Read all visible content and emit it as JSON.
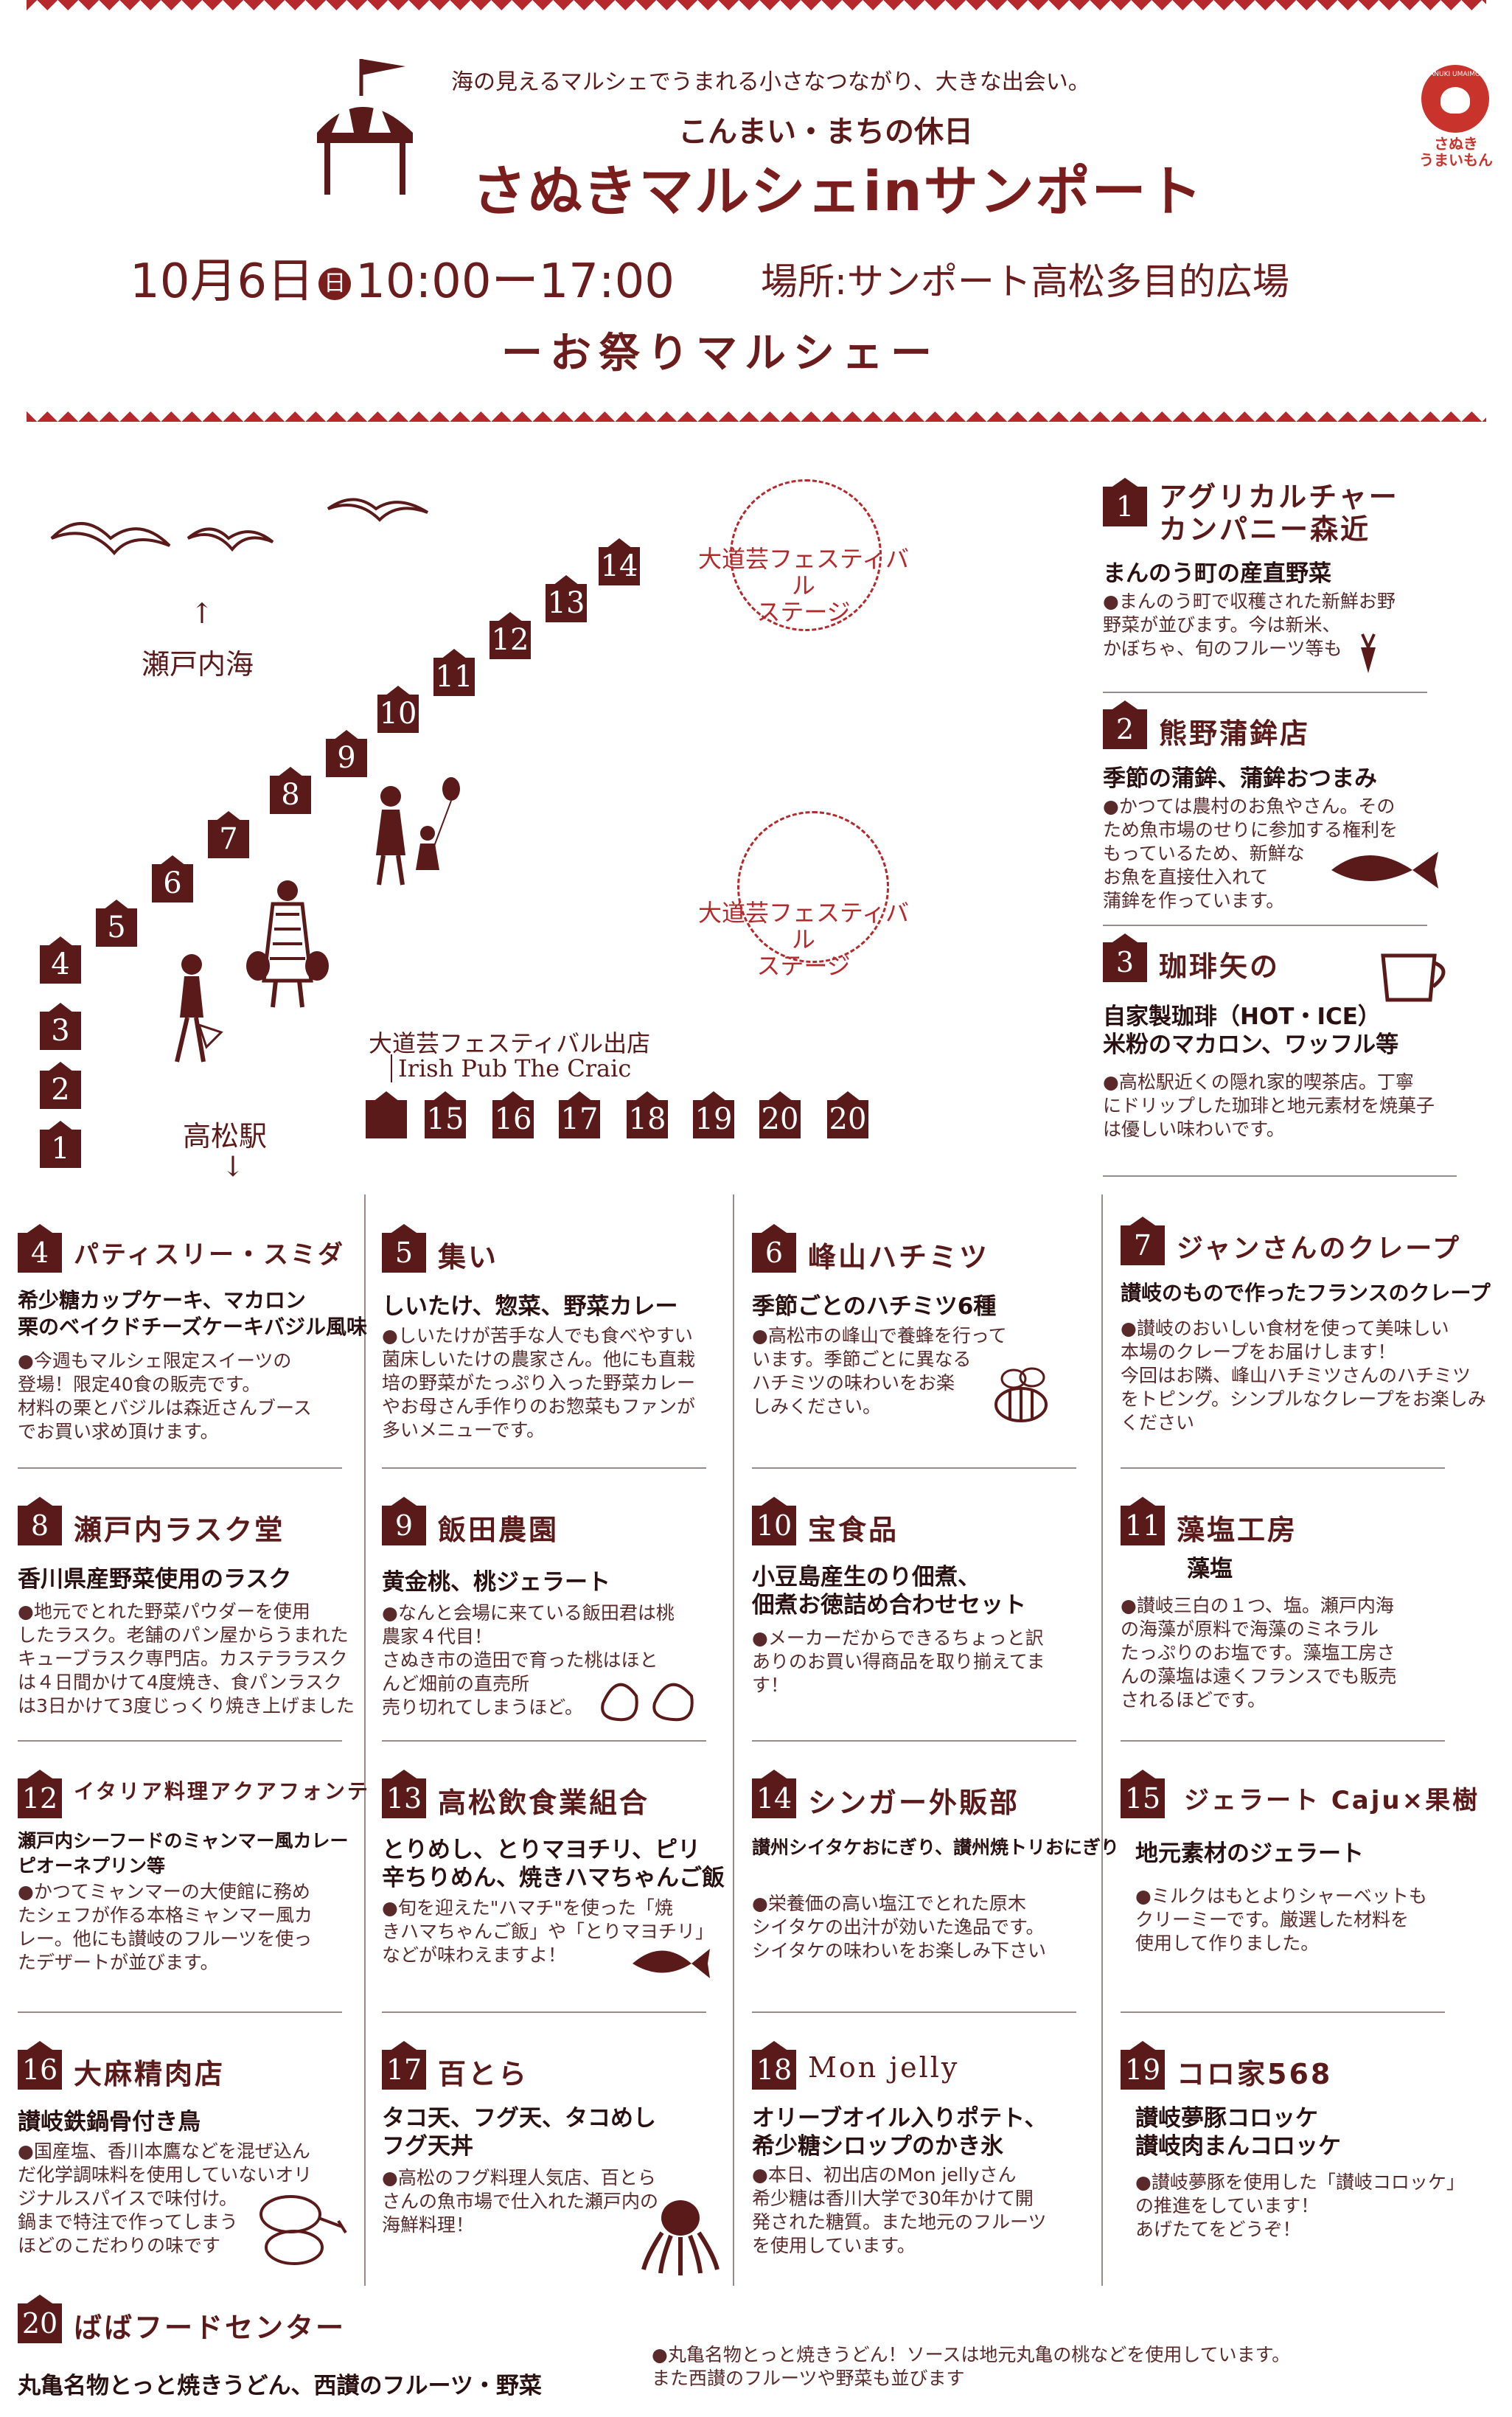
{
  "header": {
    "tagline": "海の見えるマルシェでうまれる小さなつながり、大きな出会い。",
    "title_sub": "こんまい・まちの休日",
    "title_main": "さぬきマルシェinサンポート",
    "date": "10月6日",
    "day": "日",
    "time": "10:00ー17:00",
    "venue": "場所:サンポート高松多目的広場",
    "festival": "ーお祭りマルシェー",
    "logo_text_1": "さぬき",
    "logo_text_2": "うまいもん",
    "logo_text_small": "SANUKI UMAIMON"
  },
  "map": {
    "setouchi": "瀬戸内海",
    "arrow_up": "↑",
    "takamatsu": "高松駅",
    "arrow_down": "↓",
    "stage_1": [
      "大道芸フェスティバル",
      "ステージ"
    ],
    "stage_2": [
      "大道芸フェスティバル",
      "ステージ"
    ],
    "pub_label_1": "大道芸フェスティバル出店",
    "pub_label_2": "Irish Pub The Craic",
    "stalls": [
      "1",
      "2",
      "3",
      "4",
      "5",
      "6",
      "7",
      "8",
      "9",
      "10",
      "11",
      "12",
      "13",
      "14",
      "",
      "15",
      "16",
      "17",
      "18",
      "19",
      "20",
      "20"
    ]
  },
  "vendors": [
    {
      "num": "1",
      "name": [
        "アグリカルチャー",
        "カンパニー森近"
      ],
      "sub": [
        "まんのう町の産直野菜"
      ],
      "desc": [
        "●まんのう町で収穫された新鮮お野",
        "野菜が並びます。今は新米、",
        "かぼちゃ、旬のフルーツ等も"
      ]
    },
    {
      "num": "2",
      "name": [
        "熊野蒲鉾店"
      ],
      "sub": [
        "季節の蒲鉾、蒲鉾おつまみ"
      ],
      "desc": [
        "●かつては農村のお魚やさん。その",
        "ため魚市場のせりに参加する権利を",
        "もっているため、新鮮な",
        "お魚を直接仕入れて",
        "蒲鉾を作っています。"
      ]
    },
    {
      "num": "3",
      "name": [
        "珈琲矢の"
      ],
      "sub": [
        "自家製珈琲（HOT・ICE）",
        "米粉のマカロン、ワッフル等"
      ],
      "desc": [
        "●高松駅近くの隠れ家的喫茶店。丁寧",
        "にドリップした珈琲と地元素材を焼菓子",
        "は優しい味わいです。"
      ]
    },
    {
      "num": "4",
      "name": [
        "パティスリー・スミダ"
      ],
      "sub": [
        "希少糖カップケーキ、マカロン",
        "栗のベイクドチーズケーキバジル風味"
      ],
      "desc": [
        "●今週もマルシェ限定スイーツの",
        "登場！限定40食の販売です。",
        "材料の栗とバジルは森近さんブース",
        "でお買い求め頂けます。"
      ]
    },
    {
      "num": "5",
      "name": [
        "集い"
      ],
      "sub": [
        "しいたけ、惣菜、野菜カレー"
      ],
      "desc": [
        "●しいたけが苦手な人でも食べやすい",
        "菌床しいたけの農家さん。他にも直栽",
        "培の野菜がたっぷり入った野菜カレー",
        "やお母さん手作りのお惣菜もファンが",
        "多いメニューです。"
      ]
    },
    {
      "num": "6",
      "name": [
        "峰山ハチミツ"
      ],
      "sub": [
        "季節ごとのハチミツ6種"
      ],
      "desc": [
        "●高松市の峰山で養蜂を行って",
        "います。季節ごとに異なる",
        "ハチミツの味わいをお楽",
        "しみください。"
      ]
    },
    {
      "num": "7",
      "name": [
        "ジャンさんのクレープ"
      ],
      "sub": [
        "讃岐のもので作ったフランスのクレープ"
      ],
      "desc": [
        "●讃岐のおいしい食材を使って美味しい",
        "本場のクレープをお届けします！",
        "今回はお隣、峰山ハチミツさんのハチミツ",
        "をトピング。シンプルなクレープをお楽しみ",
        "ください"
      ]
    },
    {
      "num": "8",
      "name": [
        "瀬戸内ラスク堂"
      ],
      "sub": [
        "香川県産野菜使用のラスク"
      ],
      "desc": [
        "●地元でとれた野菜パウダーを使用",
        "したラスク。老舗のパン屋からうまれた",
        "キューブラスク専門店。カステララスク",
        "は４日間かけて4度焼き、食パンラスク",
        "は3日かけて3度じっくり焼き上げました"
      ]
    },
    {
      "num": "9",
      "name": [
        "飯田農園"
      ],
      "sub": [
        "黄金桃、桃ジェラート"
      ],
      "desc": [
        "●なんと会場に来ている飯田君は桃",
        "農家４代目！",
        "さぬき市の造田で育った桃はほと",
        "んど畑前の直売所",
        "売り切れてしまうほど。"
      ]
    },
    {
      "num": "10",
      "name": [
        "宝食品"
      ],
      "sub": [
        "小豆島産生のり佃煮、",
        "佃煮お徳詰め合わせセット"
      ],
      "desc": [
        "●メーカーだからできるちょっと訳",
        "ありのお買い得商品を取り揃えてま",
        "す！"
      ]
    },
    {
      "num": "11",
      "name": [
        "藻塩工房"
      ],
      "sub": [
        "藻塩"
      ],
      "desc": [
        "●讃岐三白の１つ、塩。瀬戸内海",
        "の海藻が原料で海藻のミネラル",
        "たっぷりのお塩です。藻塩工房さ",
        "んの藻塩は遠くフランスでも販売",
        "されるほどです。"
      ]
    },
    {
      "num": "12",
      "name": [
        "イタリア料理アクアフォンテ"
      ],
      "sub": [
        "瀬戸内シーフードのミャンマー風カレー",
        "ピオーネプリン等"
      ],
      "desc": [
        "●かつてミャンマーの大使館に務め",
        "たシェフが作る本格ミャンマー風カ",
        "レー。他にも讃岐のフルーツを使っ",
        "たデザートが並びます。"
      ]
    },
    {
      "num": "13",
      "name": [
        "高松飲食業組合"
      ],
      "sub": [
        "とりめし、とりマヨチリ、ピリ",
        "辛ちりめん、焼きハマちゃんご飯"
      ],
      "desc": [
        "●旬を迎えた\"ハマチ\"を使った「焼",
        "きハマちゃんご飯」や「とりマヨチリ」",
        "などが味わえますよ！"
      ]
    },
    {
      "num": "14",
      "name": [
        "シンガー外販部"
      ],
      "sub": [
        "讃州シイタケおにぎり、讃州焼トリおにぎり"
      ],
      "desc": [
        "●栄養価の高い塩江でとれた原木",
        "シイタケの出汁が効いた逸品です。",
        "シイタケの味わいをお楽しみ下さい"
      ]
    },
    {
      "num": "15",
      "name": [
        "ジェラート Caju×果樹"
      ],
      "sub": [
        "地元素材のジェラート"
      ],
      "desc": [
        "●ミルクはもとよりシャーベットも",
        "クリーミーです。厳選した材料を",
        "使用して作りました。"
      ]
    },
    {
      "num": "16",
      "name": [
        "大麻精肉店"
      ],
      "sub": [
        "讃岐鉄鍋骨付き鳥"
      ],
      "desc": [
        "●国産塩、香川本鷹などを混ぜ込ん",
        "だ化学調味料を使用していないオリ",
        "ジナルスパイスで味付け。",
        "鍋まで特注で作ってしまう",
        "ほどのこだわりの味です"
      ]
    },
    {
      "num": "17",
      "name": [
        "百とら"
      ],
      "sub": [
        "タコ天、フグ天、タコめし",
        "フグ天丼"
      ],
      "desc": [
        "●高松のフグ料理人気店、百とら",
        "さんの魚市場で仕入れた瀬戸内の",
        "海鮮料理！"
      ]
    },
    {
      "num": "18",
      "name": [
        "Mon jelly"
      ],
      "sub": [
        "オリーブオイル入りポテト、",
        "希少糖シロップのかき氷"
      ],
      "desc": [
        "●本日、初出店のMon jellyさん",
        "希少糖は香川大学で30年かけて開",
        "発された糖質。また地元のフルーツ",
        "を使用しています。"
      ]
    },
    {
      "num": "19",
      "name": [
        "コロ家568"
      ],
      "sub": [
        "讃岐夢豚コロッケ",
        "讃岐肉まんコロッケ"
      ],
      "desc": [
        "●讃岐夢豚を使用した「讃岐コロッケ」",
        "の推進をしています！",
        "あげたてをどうぞ！"
      ]
    },
    {
      "num": "20",
      "name": [
        "ばばフードセンター"
      ],
      "sub": [
        "丸亀名物とっと焼きうどん、西讃のフルーツ・野菜"
      ],
      "desc": [
        "●丸亀名物とっと焼きうどん！ソースは地元丸亀の桃などを使用しています。",
        "また西讃のフルーツや野菜も並びます"
      ]
    }
  ],
  "colors": {
    "primary": "#6b1c1c",
    "accent": "#b5282b",
    "logo": "#c8332c"
  }
}
